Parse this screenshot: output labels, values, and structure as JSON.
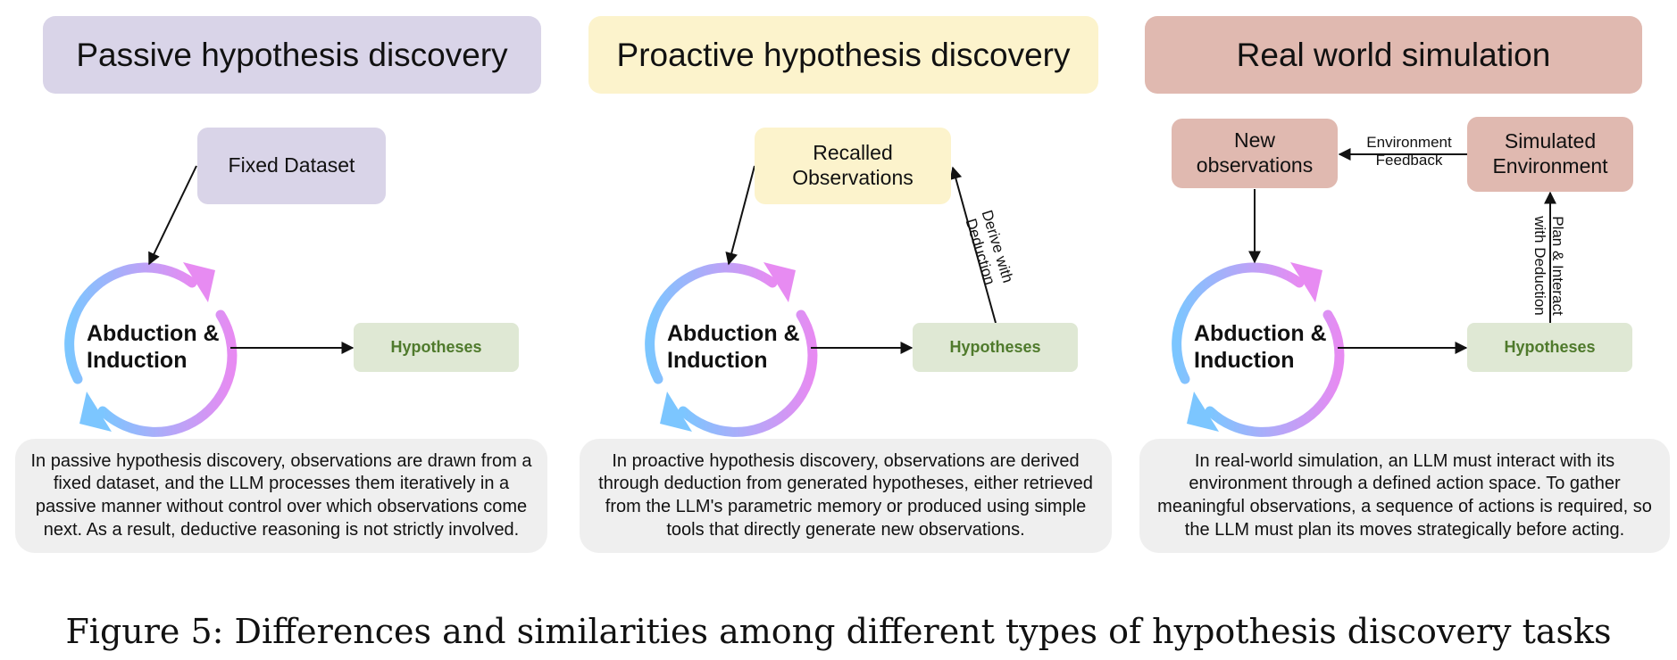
{
  "colors": {
    "passive": "#d9d4e8",
    "proactive": "#fcf3cc",
    "realworld": "#e0b9b0",
    "hypotheses_fill": "#dfe8d4",
    "hypotheses_text": "#4f7a2c",
    "description_fill": "#efefef",
    "cycle_gradient_start": "#7cc6ff",
    "cycle_gradient_end": "#e78bf2"
  },
  "panels": [
    {
      "title": "Passive hypothesis discovery",
      "source_node": "Fixed Dataset",
      "cycle_label_line1": "Abduction &",
      "cycle_label_line2": "Induction",
      "hypotheses_label": "Hypotheses",
      "description": "In passive hypothesis discovery, observations are drawn from a fixed dataset, and the LLM processes them iteratively in a passive manner without control over which observations come next. As a result, deductive reasoning is not strictly involved."
    },
    {
      "title": "Proactive hypothesis discovery",
      "source_node_line1": "Recalled",
      "source_node_line2": "Observations",
      "cycle_label_line1": "Abduction &",
      "cycle_label_line2": "Induction",
      "hypotheses_label": "Hypotheses",
      "edge_label_line1": "Derive with",
      "edge_label_line2": "Deduction",
      "description": "In proactive hypothesis discovery, observations are derived through deduction from generated hypotheses, either retrieved from the LLM's parametric memory or produced using simple tools that directly generate new observations."
    },
    {
      "title": "Real world simulation",
      "source_node_line1": "New",
      "source_node_line2": "observations",
      "env_node_line1": "Simulated",
      "env_node_line2": "Environment",
      "feedback_label_line1": "Environment",
      "feedback_label_line2": "Feedback",
      "cycle_label_line1": "Abduction &",
      "cycle_label_line2": "Induction",
      "hypotheses_label": "Hypotheses",
      "edge_label_line1": "Plan & Interact",
      "edge_label_line2": "with Deduction",
      "description": "In real-world simulation, an LLM must interact with its environment through a defined action space. To gather meaningful observations, a sequence of actions is required, so the LLM must plan its moves strategically before acting."
    }
  ],
  "caption": "Figure 5: Differences and similarities among different types of hypothesis discovery tasks",
  "icons": {
    "cycle": "circular-arrows-icon",
    "arrow": "arrow-icon"
  }
}
